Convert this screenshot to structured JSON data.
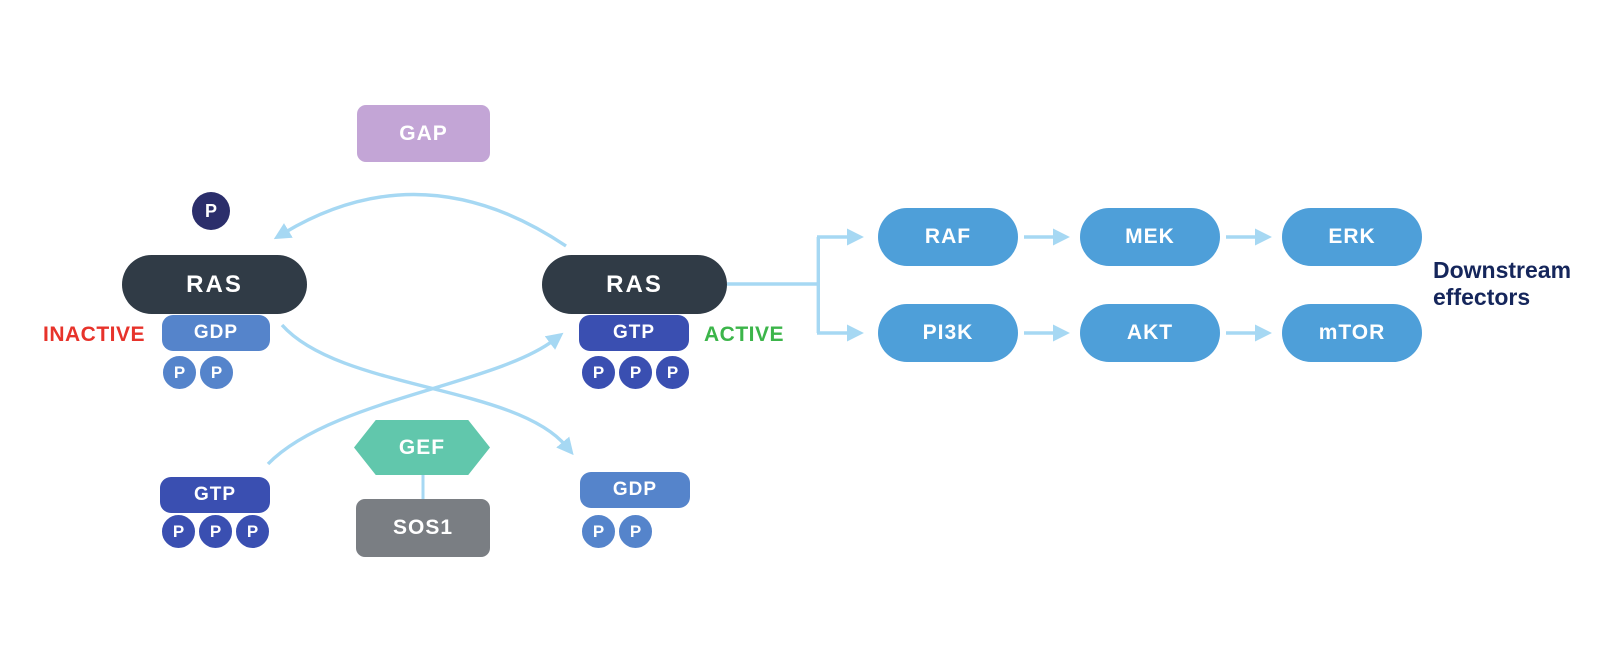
{
  "cycle": {
    "ras": "RAS",
    "gdp": "GDP",
    "gtp": "GTP",
    "phosphate": "P",
    "gap": "GAP",
    "gef": "GEF",
    "sos1": "SOS1",
    "inactive_label": "INACTIVE",
    "active_label": "ACTIVE"
  },
  "effectors": {
    "heading_line1": "Downstream",
    "heading_line2": "effectors",
    "mapk_cascade": [
      "RAF",
      "MEK",
      "ERK"
    ],
    "pi3k_cascade": [
      "PI3K",
      "AKT",
      "mTOR"
    ]
  },
  "colors": {
    "ras_dark": "#303B46",
    "bound_gdp_blue": "#5584CB",
    "bound_gtp_indigo": "#3A4FB1",
    "free_phosphate_navy": "#2B2E6B",
    "gap_lavender": "#C3A5D6",
    "gef_teal": "#61C7AC",
    "sos1_gray": "#7A7E83",
    "effector_blue": "#4E9FD9",
    "arrow_light_blue": "#A6D8F3",
    "inactive_red": "#E7332B",
    "active_green": "#3CB54A",
    "heading_navy": "#15265B"
  }
}
